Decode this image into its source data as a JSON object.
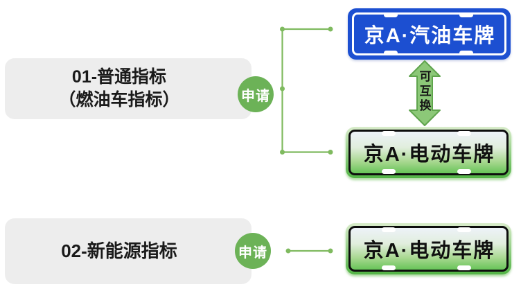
{
  "sections": [
    {
      "id": "ordinary",
      "box_title_line1": "01-普通指标",
      "box_title_line2": "（燃油车指标）",
      "apply_label": "申请",
      "plates": [
        {
          "type": "gasoline",
          "style": "blue",
          "text": "京A·汽油车牌"
        },
        {
          "type": "electric",
          "style": "green",
          "text": "京A·电动车牌"
        }
      ],
      "swap_label": "可互换"
    },
    {
      "id": "new-energy",
      "box_title_line1": "02-新能源指标",
      "apply_label": "申请",
      "plates": [
        {
          "type": "electric",
          "style": "green",
          "text": "京A·电动车牌"
        }
      ]
    }
  ],
  "colors": {
    "background": "#ffffff",
    "box_gray": "#ededed",
    "title_text": "#1a1a1a",
    "apply_green": "#6cb257",
    "apply_text": "#ffffff",
    "connector_green": "#7fba5f",
    "arrow_fill": "#8cc878",
    "arrow_stroke": "#5fa44d",
    "swap_text": "#161616",
    "plate_blue": "#1c4fd1",
    "plate_blue_border": "#ffffff",
    "plate_blue_text": "#ffffff",
    "plate_green_rim_top": "#d9eccb",
    "plate_green_rim_bottom": "#52b445",
    "plate_green_inner_top": "#edf2f8",
    "plate_green_inner_bottom": "#68c459",
    "plate_green_border": "#0d0d0d",
    "plate_green_text": "#101010",
    "rivet_white": "#ffffff"
  }
}
